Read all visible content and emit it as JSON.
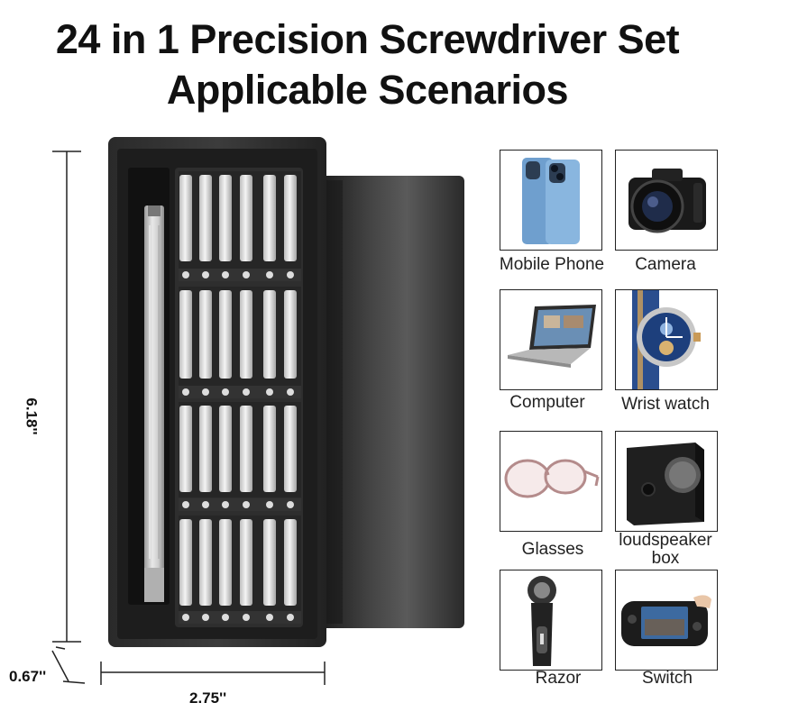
{
  "title": {
    "line1": "24 in 1 Precision Screwdriver Set",
    "line2": "Applicable Scenarios"
  },
  "dimensions": {
    "height": "6.18''",
    "depth": "0.67''",
    "width": "2.75''"
  },
  "scenarios": [
    {
      "label": "Mobile Phone",
      "icon": "mobile-phone-icon"
    },
    {
      "label": "Camera",
      "icon": "camera-icon"
    },
    {
      "label": "Computer",
      "icon": "laptop-icon"
    },
    {
      "label": "Wrist watch",
      "icon": "wrist-watch-icon"
    },
    {
      "label": "Glasses",
      "icon": "glasses-icon"
    },
    {
      "label": "loudspeaker box",
      "icon": "loudspeaker-box-icon"
    },
    {
      "label": "Razor",
      "icon": "razor-icon"
    },
    {
      "label": "Switch",
      "icon": "handheld-console-icon"
    }
  ]
}
